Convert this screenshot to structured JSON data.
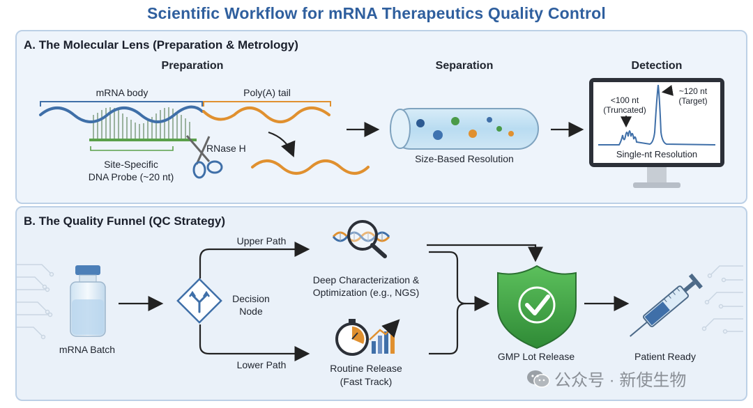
{
  "title": "Scientific Workflow for mRNA Therapeutics Quality Control",
  "panel_a": {
    "heading": "A. The Molecular Lens (Preparation & Metrology)",
    "preparation": {
      "stage": "Preparation",
      "mrna_body": "mRNA body",
      "poly_a_tail": "Poly(A) tail",
      "probe_line1": "Site-Specific",
      "probe_line2": "DNA Probe (~20 nt)",
      "rnase": "RNase H"
    },
    "separation": {
      "stage": "Separation",
      "caption": "Size-Based Resolution"
    },
    "detection": {
      "stage": "Detection",
      "truncated_line1": "<100 nt",
      "truncated_line2": "(Truncated)",
      "target_line1": "~120 nt",
      "target_line2": "(Target)",
      "caption": "Single-nt Resolution"
    }
  },
  "panel_b": {
    "heading": "B. The Quality Funnel (QC Strategy)",
    "batch": "mRNA Batch",
    "decision_line1": "Decision",
    "decision_line2": "Node",
    "upper_path": "Upper Path",
    "lower_path": "Lower Path",
    "deep_line1": "Deep Characterization &",
    "deep_line2": "Optimization (e.g., NGS)",
    "routine_line1": "Routine Release",
    "routine_line2": "(Fast Track)",
    "gmp": "GMP Lot Release",
    "patient": "Patient Ready"
  },
  "watermark": "公众号 · 新使生物",
  "colors": {
    "title": "#2f5f9e",
    "mrna": "#3f6fa8",
    "polya": "#e0902f",
    "probe": "#5aa04a",
    "shield": "#3f9a3f"
  }
}
